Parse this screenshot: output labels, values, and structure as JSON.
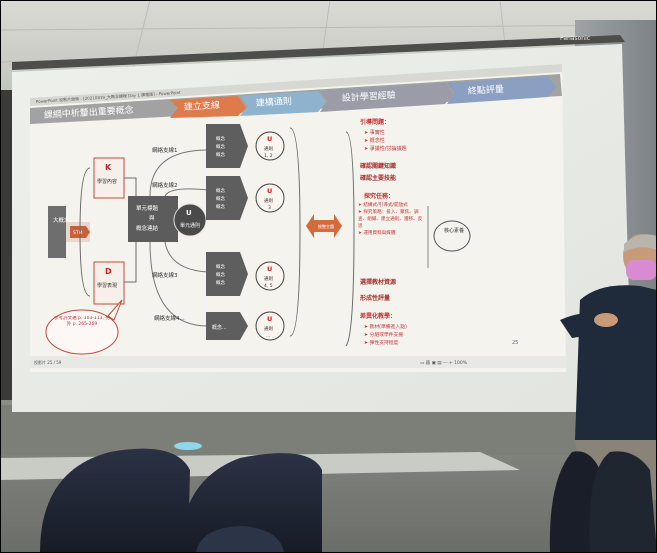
{
  "projector_brand": "Panasonic",
  "titlebar": {
    "app_text": "PowerPoint 投影片放映 - [20210819_大概念課程 Day 1 課程版] - PowerPoint"
  },
  "slide": {
    "header": {
      "left_title": "課綱中析釐出重要概念",
      "stages": [
        "建立支線",
        "建構通則",
        "設計學習經驗",
        "終點評量"
      ]
    },
    "left_box": "大概念",
    "entry_label": "STM",
    "k_box": {
      "letter": "K",
      "text": "學習內容"
    },
    "d_box": {
      "letter": "D",
      "text": "學習表現"
    },
    "center_box": {
      "line1": "單元標題",
      "line2": "與",
      "line3": "概念連結"
    },
    "center_circle": {
      "letter": "U",
      "text": "單元通則"
    },
    "links": [
      "網絡支線1",
      "網絡支線2",
      "網絡支線3",
      "網絡支線4..."
    ],
    "concept_boxes": [
      "概念\n概念\n概念",
      "概念\n概念\n概念",
      "概念\n概念\n概念",
      "概念..."
    ],
    "u_circles": [
      {
        "letter": "U",
        "text": "通則",
        "num": "1, 2"
      },
      {
        "letter": "U",
        "text": "通則",
        "num": "3"
      },
      {
        "letter": "U",
        "text": "通則",
        "num": "4, 5"
      },
      {
        "letter": "U",
        "text": "通則",
        "num": "..."
      }
    ],
    "arrow_label": "統整主題",
    "bubble_text": "參考許文邁 p. 103-113, 另外 p. 265-269",
    "right_panel": {
      "guiding_title": "引導問題：",
      "guiding_items": [
        "事實性",
        "概念性",
        "爭議性/討論議題"
      ],
      "confirm1": "確認關鍵知識",
      "confirm2": "確認主要技能",
      "inquiry_title": "探究任務：",
      "inquiry_items": [
        "結構式/引導式/開放式",
        "探究策略：投入、聚焦、調查、組織、建立通則、遷移、反思",
        "運用資料與媒體"
      ],
      "core_box": "核心素養",
      "materials": "選擇教材資源",
      "formative": "形成性評量",
      "diff_title": "差異化教學：",
      "diff_items": [
        "教材(準備進入點)",
        "分組或學件支援",
        "彈性支持程度"
      ]
    },
    "page_number": "25",
    "status_left": "投影片 25 / 59",
    "status_right": "▭ 器 ▣ ▤ — + 100%"
  }
}
